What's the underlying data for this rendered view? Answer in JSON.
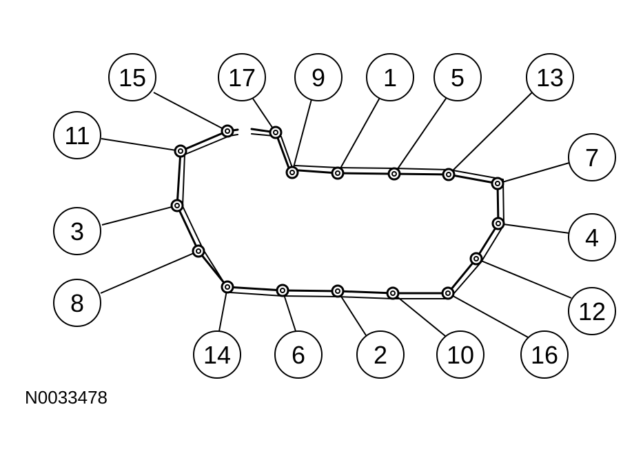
{
  "diagram": {
    "reference_code": "N0033478",
    "callouts": [
      "1",
      "2",
      "3",
      "4",
      "5",
      "6",
      "7",
      "8",
      "9",
      "10",
      "11",
      "12",
      "13",
      "14",
      "15",
      "16",
      "17"
    ]
  }
}
